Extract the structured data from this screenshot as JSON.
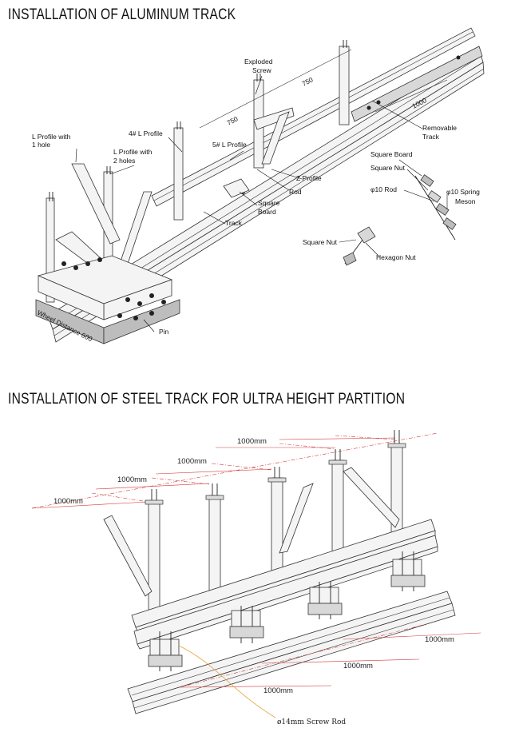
{
  "titles": {
    "aluminum": "INSTALLATION OF ALUMINUM TRACK",
    "steel": "INSTALLATION OF STEEL TRACK FOR ULTRA HEIGHT PARTITION"
  },
  "aluminum_labels": {
    "exploded_screw_1": "Exploded",
    "exploded_screw_2": "Screw",
    "l_profile_1hole_1": "L Profile with",
    "l_profile_1hole_2": "1 hole",
    "l_profile_4": "4# L Profile",
    "l_profile_2holes_1": "L Profile with",
    "l_profile_2holes_2": "2 holes",
    "l_profile_5": "5# L Profile",
    "removable_track_1": "Removable",
    "removable_track_2": "Track",
    "z_profile": "Z Profile",
    "rod": "Rod",
    "square_board_1": "Square",
    "square_board_2": "Board",
    "track": "Track",
    "wheel_distance": "Wheel Distance 600",
    "pin": "Pin",
    "square_board_detail": "Square Board",
    "square_nut_detail": "Square Nut",
    "rod10": "φ10 Rod",
    "spring_meson_1": "φ10 Spring",
    "spring_meson_2": "Meson",
    "square_nut_2": "Square Nut",
    "hexagon_nut": "Hexagon Nut",
    "dim_750a": "750",
    "dim_750b": "750",
    "dim_1000": "1000"
  },
  "steel_labels": {
    "dim_top_1": "1000mm",
    "dim_top_2": "1000mm",
    "dim_top_3": "1000mm",
    "dim_top_4": "1000mm",
    "dim_bottom_1": "1000mm",
    "dim_bottom_2": "1000mm",
    "dim_bottom_3": "1000mm",
    "screw_rod": "ø14mm Screw Rod"
  },
  "colors": {
    "dimension_red": "#d23a3a",
    "leader_orange": "#e6a23c"
  }
}
